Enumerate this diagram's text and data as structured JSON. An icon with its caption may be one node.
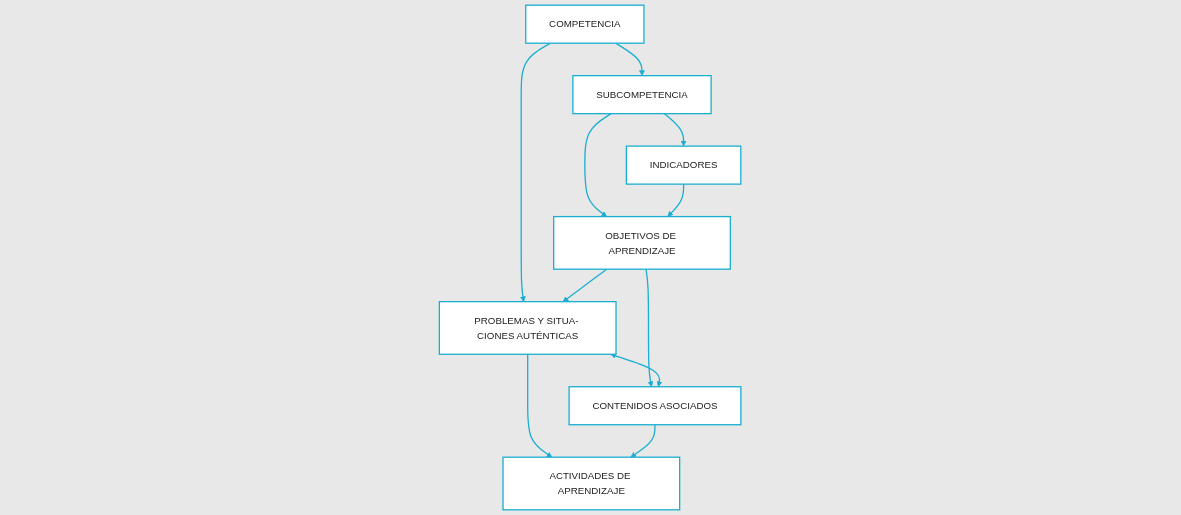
{
  "diagram": {
    "nodes": [
      {
        "text": [
          "COMPETENCIA"
        ]
      },
      {
        "text": [
          "SUBCOMPETENCIA"
        ]
      },
      {
        "text": [
          "INDICADORES"
        ]
      },
      {
        "text": [
          "OBJETIVOS DE APRENDIZAJE"
        ]
      },
      {
        "text": [
          "PROBLEMAS Y SITUA- CIONES AUTÉNTICAS"
        ]
      },
      {
        "text": [
          "CONTENIDOS ASOCIADOS"
        ]
      },
      {
        "text": [
          "ACTIVIDADES DE APRENDIZAJE"
        ]
      }
    ],
    "edges": [
      {
        "from": 0,
        "to": 1,
        "arrow": "to"
      },
      {
        "from": 1,
        "to": 2,
        "arrow": "to"
      },
      {
        "from": 1,
        "to": 3,
        "arrow": "to"
      },
      {
        "from": 2,
        "to": 3,
        "arrow": "to"
      },
      {
        "from": 0,
        "to": 4,
        "arrow": "to"
      },
      {
        "from": 3,
        "to": 4,
        "arrow": "to"
      },
      {
        "from": 3,
        "to": 5,
        "arrow": "to"
      },
      {
        "from": 4,
        "to": 5,
        "arrow": "both"
      },
      {
        "from": 4,
        "to": 6,
        "arrow": "to"
      },
      {
        "from": 5,
        "to": 6,
        "arrow": "to"
      }
    ]
  }
}
